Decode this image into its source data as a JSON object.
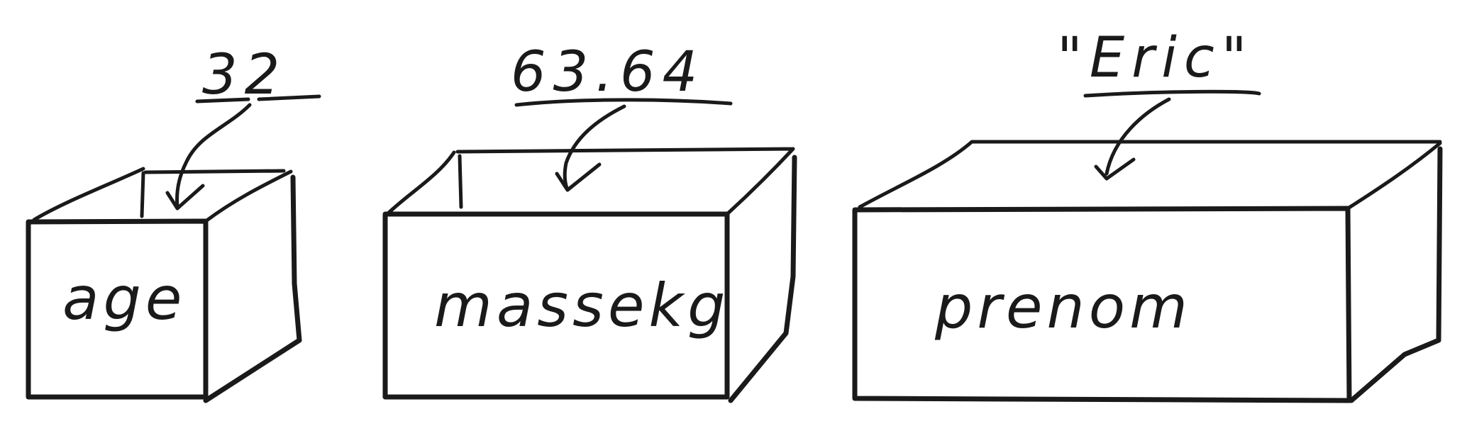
{
  "variables": [
    {
      "name": "age",
      "value": "32"
    },
    {
      "name": "massekg",
      "value": "63.64"
    },
    {
      "name": "prenom",
      "value": "\"Eric\""
    }
  ],
  "colors": {
    "ink": "#1a1a1a",
    "background": "#ffffff"
  }
}
